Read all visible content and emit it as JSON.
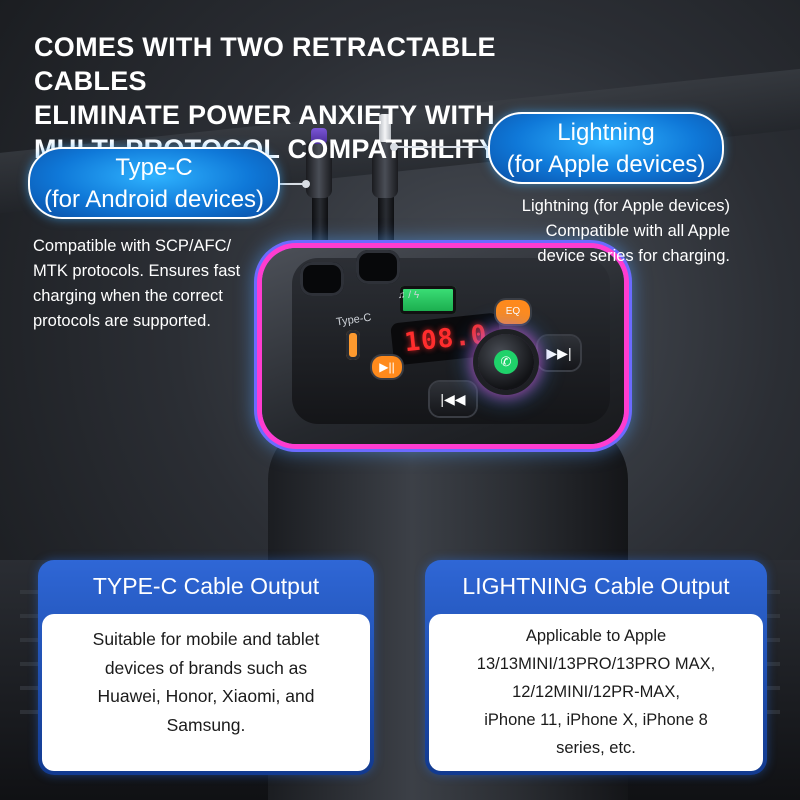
{
  "headline": [
    "COMES WITH TWO RETRACTABLE CABLES",
    "ELIMINATE POWER ANXIETY WITH",
    "MULTI-PROTOCOL COMPATIBILITY"
  ],
  "callouts": {
    "typec": {
      "line1": "Type-C",
      "line2": "(for Android devices)"
    },
    "lightning": {
      "line1": "Lightning",
      "line2": "(for Apple devices)"
    }
  },
  "descriptions": {
    "left": [
      "Compatible with SCP/AFC/",
      "MTK protocols. Ensures fast",
      "charging when the correct",
      "protocols are supported."
    ],
    "right": [
      "Lightning (for Apple devices)",
      "Compatible with all Apple",
      "device series for charging."
    ]
  },
  "device": {
    "port_label": "Type-C",
    "usb_label": "♫ / ϟ",
    "display_value": "108.0",
    "eq_label": "EQ",
    "play_label": "▶||",
    "next_label": "▶▶|",
    "prev_label": "|◀◀",
    "call_label": "✆"
  },
  "cards": {
    "left": {
      "title": "TYPE-C Cable Output",
      "lines": [
        "Suitable for mobile and tablet",
        "devices of brands such as",
        "Huawei, Honor, Xiaomi, and",
        "Samsung."
      ]
    },
    "right": {
      "title": "LIGHTNING Cable Output",
      "lines": [
        "Applicable to Apple",
        "13/13MINI/13PRO/13PRO MAX,",
        "12/12MINI/12PR-MAX,",
        "iPhone 11, iPhone X, iPhone 8",
        "series, etc."
      ]
    }
  },
  "colors": {
    "pill_blue": "#0f78d8",
    "card_blue": "#2f67d6",
    "display_red": "#ff2d2d",
    "rgb_glow": "#ff3cd0"
  }
}
